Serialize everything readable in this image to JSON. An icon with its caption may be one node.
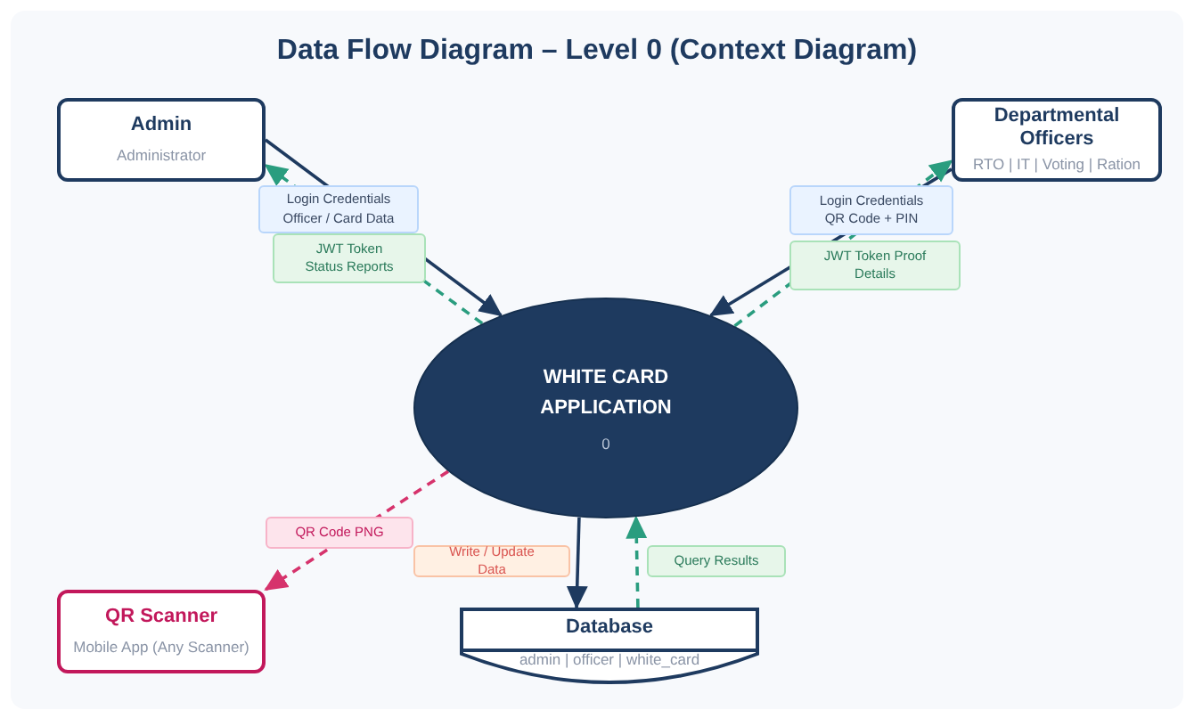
{
  "diagram": {
    "title": "Data Flow Diagram – Level 0 (Context Diagram)",
    "nodes": [
      {
        "text": [
          "Admin",
          "Administrator"
        ]
      },
      {
        "text": [
          "Departmental Officers",
          "RTO | IT | Voting | Ration"
        ]
      },
      {
        "text": [
          "WHITE CARD APPLICATION",
          "0"
        ]
      },
      {
        "text": [
          "QR Scanner",
          "Mobile App (Any Scanner)"
        ]
      },
      {
        "text": [
          "Database",
          "admin | officer | white_card"
        ]
      }
    ],
    "edges": [
      {
        "from": 0,
        "to": 2,
        "arrow": "to",
        "label": "Login Credentials Officer / Card Data"
      },
      {
        "from": 2,
        "to": 0,
        "arrow": "to",
        "label": "JWT Token Status Reports",
        "style": "dashed",
        "color": "#2a9d7f"
      },
      {
        "from": 1,
        "to": 2,
        "arrow": "to",
        "label": "Login Credentials QR Code + PIN"
      },
      {
        "from": 2,
        "to": 1,
        "arrow": "to",
        "label": "JWT Token Proof Details",
        "style": "dashed",
        "color": "#2a9d7f"
      },
      {
        "from": 2,
        "to": 3,
        "arrow": "to",
        "label": "QR Code PNG",
        "style": "dashed",
        "color": "#d6336c"
      },
      {
        "from": 2,
        "to": 4,
        "arrow": "to",
        "label": "Write / Update Data"
      },
      {
        "from": 4,
        "to": 2,
        "arrow": "to",
        "label": "Query Results",
        "style": "dashed",
        "color": "#2a9d7f"
      }
    ]
  }
}
